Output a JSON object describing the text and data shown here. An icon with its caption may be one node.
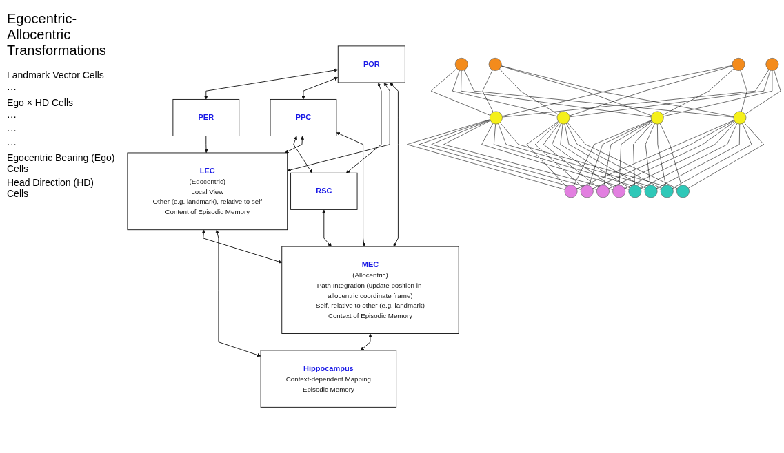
{
  "diagram": {
    "title": "Egocentric-Allocentric Transformations",
    "nodes": [
      {
        "text": [
          "PER"
        ]
      },
      {
        "text": [
          "POR"
        ]
      },
      {
        "text": [
          "PPC"
        ]
      },
      {
        "text": [
          "RSC"
        ]
      },
      {
        "text": [
          "LEC",
          "(Egocentric)",
          "Local View",
          "Other (e.g. landmark), relative to self",
          "Content of Episodic Memory"
        ]
      },
      {
        "text": [
          "MEC",
          "(Allocentric)",
          "Path Integration (update position in allocentric coordinate frame)",
          "Self, relative to other (e.g. landmark)",
          "Context of Episodic Memory"
        ]
      },
      {
        "text": [
          "Hippocampus",
          "Context-dependent Mapping",
          "Episodic Memory"
        ]
      },
      {
        "text": [],
        "shape": "circle"
      },
      {
        "text": [],
        "shape": "circle"
      },
      {
        "text": [],
        "shape": "circle"
      },
      {
        "text": [],
        "shape": "circle"
      },
      {
        "text": [],
        "shape": "circle"
      },
      {
        "text": [],
        "shape": "circle"
      },
      {
        "text": [],
        "shape": "circle"
      },
      {
        "text": [],
        "shape": "circle"
      },
      {
        "text": [],
        "shape": "circle"
      },
      {
        "text": [],
        "shape": "circle"
      },
      {
        "text": [],
        "shape": "circle"
      },
      {
        "text": [],
        "shape": "circle"
      },
      {
        "text": [],
        "shape": "circle"
      },
      {
        "text": [],
        "shape": "circle"
      },
      {
        "text": [],
        "shape": "circle"
      },
      {
        "text": [],
        "shape": "circle"
      }
    ],
    "edges": [
      {
        "from": 0,
        "to": 1,
        "arrow": "both"
      },
      {
        "from": 1,
        "to": 2,
        "arrow": "both"
      },
      {
        "from": 2,
        "to": 3,
        "arrow": "both"
      },
      {
        "from": 1,
        "to": 3,
        "arrow": "both"
      },
      {
        "from": 0,
        "to": 4,
        "arrow": "to"
      },
      {
        "from": 1,
        "to": 4,
        "arrow": "both"
      },
      {
        "from": 2,
        "to": 4,
        "arrow": "both"
      },
      {
        "from": 1,
        "to": 5,
        "arrow": "both"
      },
      {
        "from": 2,
        "to": 5,
        "arrow": "both"
      },
      {
        "from": 3,
        "to": 5,
        "arrow": "both"
      },
      {
        "from": 4,
        "to": 5,
        "arrow": "both"
      },
      {
        "from": 4,
        "to": 6,
        "arrow": "both"
      },
      {
        "from": 5,
        "to": 6,
        "arrow": "both"
      },
      {
        "from": 7,
        "to": 11,
        "arrow": "none"
      },
      {
        "from": 7,
        "to": 12,
        "arrow": "none"
      },
      {
        "from": 7,
        "to": 13,
        "arrow": "none"
      },
      {
        "from": 7,
        "to": 14,
        "arrow": "none"
      },
      {
        "from": 8,
        "to": 11,
        "arrow": "none"
      },
      {
        "from": 8,
        "to": 12,
        "arrow": "none"
      },
      {
        "from": 8,
        "to": 13,
        "arrow": "none"
      },
      {
        "from": 8,
        "to": 14,
        "arrow": "none"
      },
      {
        "from": 9,
        "to": 11,
        "arrow": "none"
      },
      {
        "from": 9,
        "to": 12,
        "arrow": "none"
      },
      {
        "from": 9,
        "to": 13,
        "arrow": "none"
      },
      {
        "from": 9,
        "to": 14,
        "arrow": "none"
      },
      {
        "from": 10,
        "to": 11,
        "arrow": "none"
      },
      {
        "from": 10,
        "to": 12,
        "arrow": "none"
      },
      {
        "from": 10,
        "to": 13,
        "arrow": "none"
      },
      {
        "from": 10,
        "to": 14,
        "arrow": "none"
      },
      {
        "from": 11,
        "to": 15,
        "arrow": "none"
      },
      {
        "from": 11,
        "to": 16,
        "arrow": "none"
      },
      {
        "from": 11,
        "to": 17,
        "arrow": "none"
      },
      {
        "from": 11,
        "to": 18,
        "arrow": "none"
      },
      {
        "from": 11,
        "to": 19,
        "arrow": "none"
      },
      {
        "from": 11,
        "to": 20,
        "arrow": "none"
      },
      {
        "from": 11,
        "to": 21,
        "arrow": "none"
      },
      {
        "from": 11,
        "to": 22,
        "arrow": "none"
      },
      {
        "from": 12,
        "to": 15,
        "arrow": "none"
      },
      {
        "from": 12,
        "to": 16,
        "arrow": "none"
      },
      {
        "from": 12,
        "to": 17,
        "arrow": "none"
      },
      {
        "from": 12,
        "to": 18,
        "arrow": "none"
      },
      {
        "from": 12,
        "to": 19,
        "arrow": "none"
      },
      {
        "from": 12,
        "to": 20,
        "arrow": "none"
      },
      {
        "from": 12,
        "to": 21,
        "arrow": "none"
      },
      {
        "from": 12,
        "to": 22,
        "arrow": "none"
      },
      {
        "from": 13,
        "to": 15,
        "arrow": "none"
      },
      {
        "from": 13,
        "to": 16,
        "arrow": "none"
      },
      {
        "from": 13,
        "to": 17,
        "arrow": "none"
      },
      {
        "from": 13,
        "to": 18,
        "arrow": "none"
      },
      {
        "from": 13,
        "to": 19,
        "arrow": "none"
      },
      {
        "from": 13,
        "to": 20,
        "arrow": "none"
      },
      {
        "from": 13,
        "to": 21,
        "arrow": "none"
      },
      {
        "from": 13,
        "to": 22,
        "arrow": "none"
      },
      {
        "from": 14,
        "to": 15,
        "arrow": "none"
      },
      {
        "from": 14,
        "to": 16,
        "arrow": "none"
      },
      {
        "from": 14,
        "to": 17,
        "arrow": "none"
      },
      {
        "from": 14,
        "to": 18,
        "arrow": "none"
      },
      {
        "from": 14,
        "to": 19,
        "arrow": "none"
      },
      {
        "from": 14,
        "to": 20,
        "arrow": "none"
      },
      {
        "from": 14,
        "to": 21,
        "arrow": "none"
      },
      {
        "from": 14,
        "to": 22,
        "arrow": "none"
      }
    ],
    "labels": [
      "Landmark Vector Cells",
      "···",
      "Ego × HD Cells",
      "···",
      "···",
      "···",
      "Egocentric Bearing (Ego) Cells",
      "Head Direction (HD) Cells"
    ]
  }
}
